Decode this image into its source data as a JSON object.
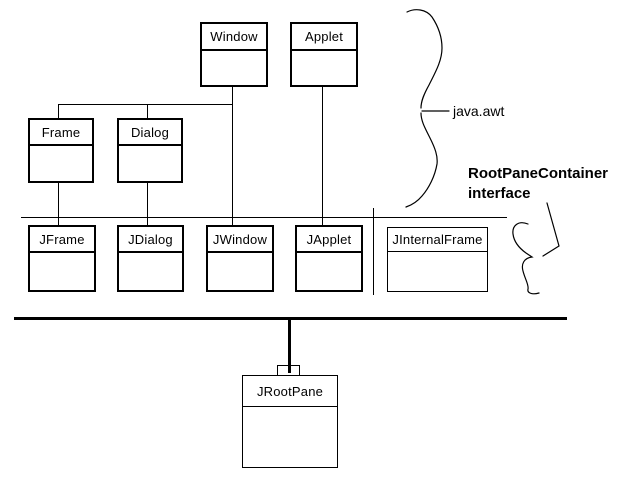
{
  "boxes": [
    {
      "name": "Window"
    },
    {
      "name": "Applet"
    },
    {
      "name": "Frame"
    },
    {
      "name": "Dialog"
    },
    {
      "name": "JFrame"
    },
    {
      "name": "JDialog"
    },
    {
      "name": "JWindow"
    },
    {
      "name": "JApplet"
    },
    {
      "name": "JInternalFrame"
    },
    {
      "name": "JRootPane"
    }
  ],
  "labels": {
    "package": "java.awt",
    "interface_line1": "RootPaneContainer",
    "interface_line2": "interface"
  },
  "colors": {
    "ink": "#000000",
    "paper": "#ffffff"
  }
}
